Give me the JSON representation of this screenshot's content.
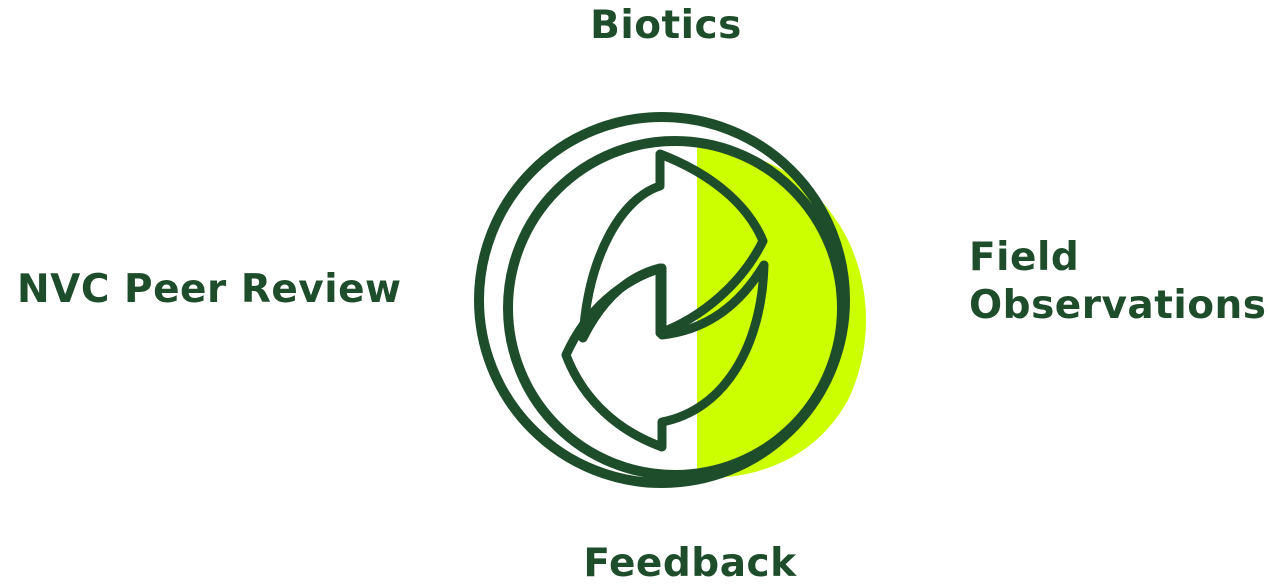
{
  "diagram": {
    "labels": {
      "top": "Biotics",
      "left": "NVC Peer Review",
      "right_line1": "Field",
      "right_line2": "Observations",
      "bottom": "Feedback"
    },
    "colors": {
      "text": "#1e4d2b",
      "stroke": "#1e4d2b",
      "accent": "#ccff00",
      "background": "#ffffff"
    },
    "icon": "recycle-cycle-icon"
  }
}
